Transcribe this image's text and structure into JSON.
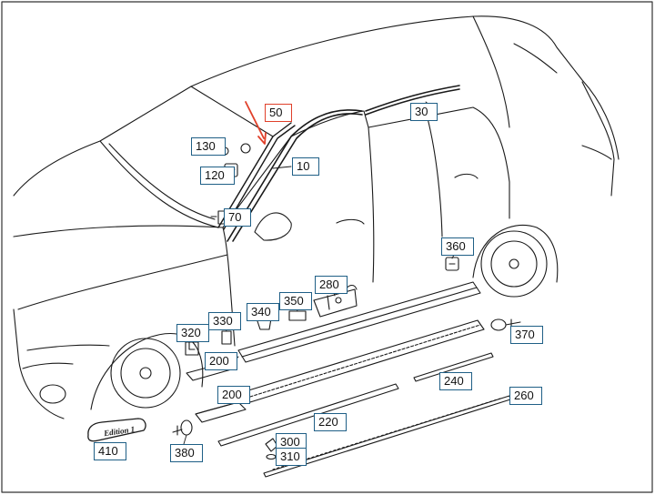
{
  "diagram": {
    "colors": {
      "callout_border": "#1f5f86",
      "highlight_border": "#e0402a",
      "arrow": "#e0402a",
      "line": "#1a1a1a"
    },
    "badge_text": "Edition 1",
    "callouts": {
      "p50": "50",
      "p30": "30",
      "p130": "130",
      "p120": "120",
      "p10": "10",
      "p70": "70",
      "p360": "360",
      "p280": "280",
      "p340": "340",
      "p350": "350",
      "p320": "320",
      "p330": "330",
      "p370": "370",
      "p200a": "200",
      "p200b": "200",
      "p240": "240",
      "p260": "260",
      "p220": "220",
      "p300": "300",
      "p310": "310",
      "p410": "410",
      "p380": "380"
    }
  }
}
